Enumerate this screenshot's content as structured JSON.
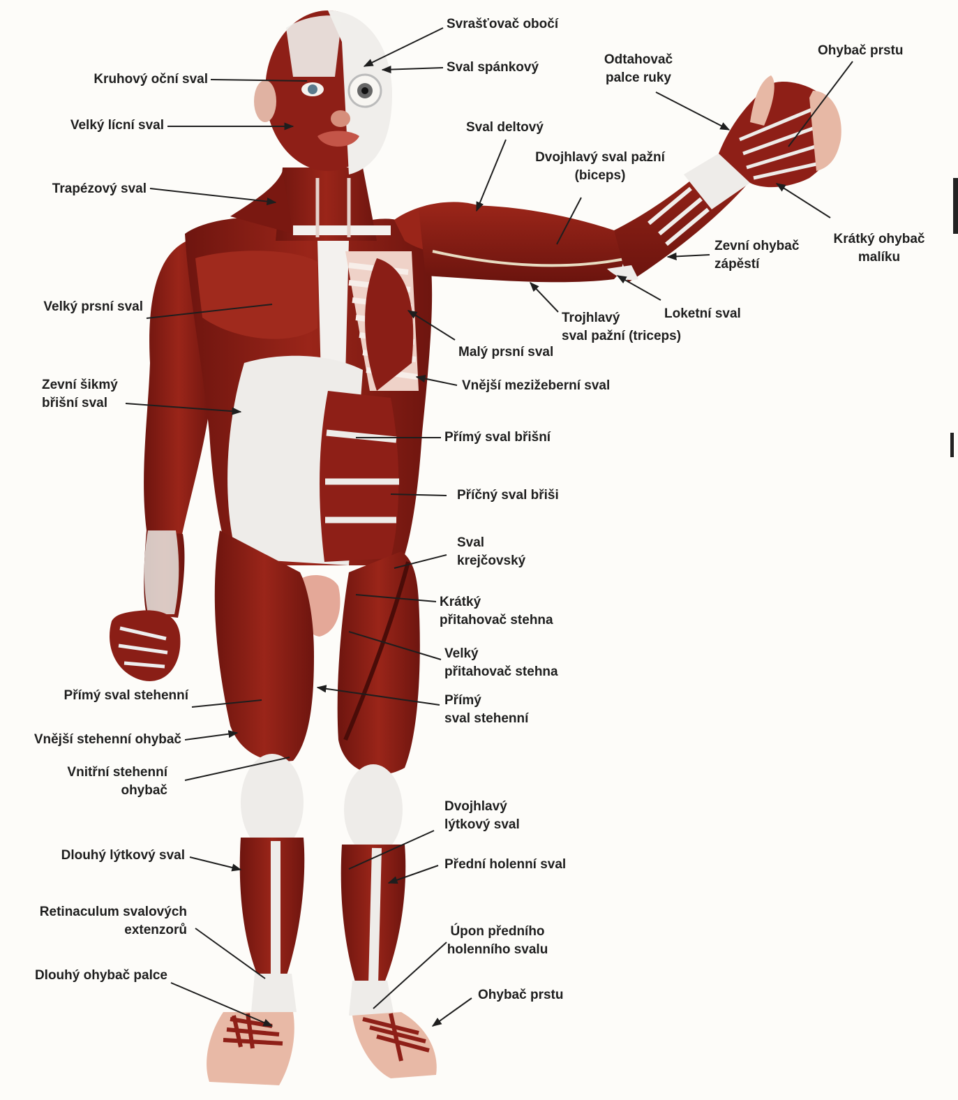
{
  "labels": {
    "svrastovac_oboci": "Svrašťovač obočí",
    "sval_spankovy": "Sval spánkový",
    "kruhovy_ocni_sval": "Kruhový oční sval",
    "velky_licni_sval": "Velký lícní sval",
    "trapezovy_sval": "Trapézový sval",
    "odtahovac_palce_ruky": "Odtahovač\npalce ruky",
    "ohybac_prstu_ruka": "Ohybač prstu",
    "sval_deltovy": "Sval deltový",
    "dvojhlavy_sval_pazni": "Dvojhlavý sval pažní\n(biceps)",
    "kratky_ohybac_maliku": "Krátký ohybač\nmalíku",
    "zevni_ohybac_zapesti": "Zevní ohybač\nzápěstí",
    "loketni_sval": "Loketní sval",
    "trojhlavy_sval_pazni": "Trojhlavý\nsval pažní (triceps)",
    "velky_prsni_sval": "Velký prsní sval",
    "maly_prsni_sval": "Malý prsní sval",
    "vnejsi_mezizeberni_sval": "Vnější mezižeberní sval",
    "zevni_sikmy_brisni_sval": "Zevní šikmý\nbřišní sval",
    "primy_sval_brisni": "Přímý sval břišní",
    "pricny_sval_brisi": "Příčný sval břiši",
    "sval_krejcovsky": "Sval\nkrejčovský",
    "kratky_pritahovac_stehna": "Krátký\npřitahovač stehna",
    "velky_pritahovac_stehna": "Velký\npřitahovač stehna",
    "primy_sval_stehenni_left": "Přímý sval stehenní",
    "primy_sval_stehenni_right": "Přímý\nsval stehenní",
    "vnejsi_stehenni_ohybac": "Vnější stehenní ohybač",
    "vnitrni_stehenni_ohybac": "Vnitřní stehenní\nohybač",
    "dvojhlavy_lytkovy_sval": "Dvojhlavý\nlýtkový sval",
    "dlouhy_lytkovy_sval": "Dlouhý lýtkový sval",
    "predni_holenni_sval": "Přední holenní sval",
    "retinaculum": "Retinaculum svalových\nextenzorů",
    "upon_predniho_holenniho_svalu": "Úpon předního\nholenního svalu",
    "dlouhy_ohybac_palce": "Dlouhý ohybač palce",
    "ohybac_prstu_noha": "Ohybač prstu"
  },
  "colors": {
    "muscle": "#8e1f17",
    "muscle_dark": "#5e120d",
    "tendon": "#ecebe8",
    "skin": "#e8b9a6",
    "text": "#1e1e1e"
  }
}
